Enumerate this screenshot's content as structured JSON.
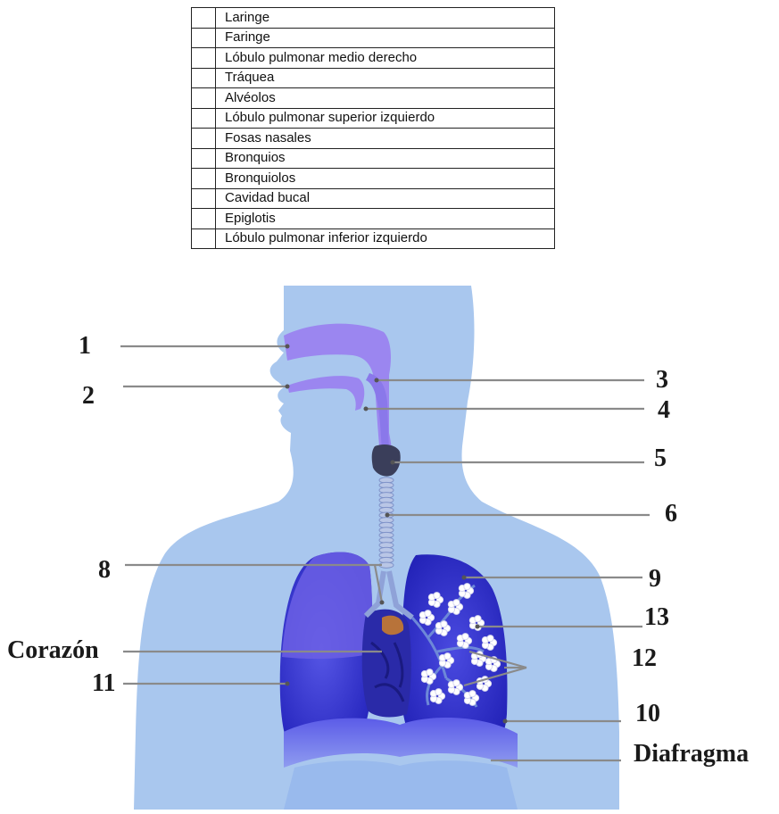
{
  "legend_rows": [
    "Laringe",
    "Faringe",
    "Lóbulo pulmonar medio derecho",
    "Tráquea",
    "Alvéolos",
    "Lóbulo pulmonar superior izquierdo",
    "Fosas nasales",
    "Bronquios",
    "Bronquiolos",
    "Cavidad bucal",
    "Epiglotis",
    "Lóbulo pulmonar inferior izquierdo"
  ],
  "labels": {
    "n1": "1",
    "n2": "2",
    "n3": "3",
    "n4": "4",
    "n5": "5",
    "n6": "6",
    "n8": "8",
    "n9": "9",
    "n10": "10",
    "n11": "11",
    "n12": "12",
    "n13": "13",
    "corazon": "Corazón",
    "diafragma": "Diafragma"
  },
  "colors": {
    "body": "#a8c6ec",
    "airway": "#9b86f0",
    "lung": "#3a3ad6",
    "lung_light": "#6f64e6",
    "diaphragm": "#6a68e8",
    "leader": "#8a8a8a"
  }
}
